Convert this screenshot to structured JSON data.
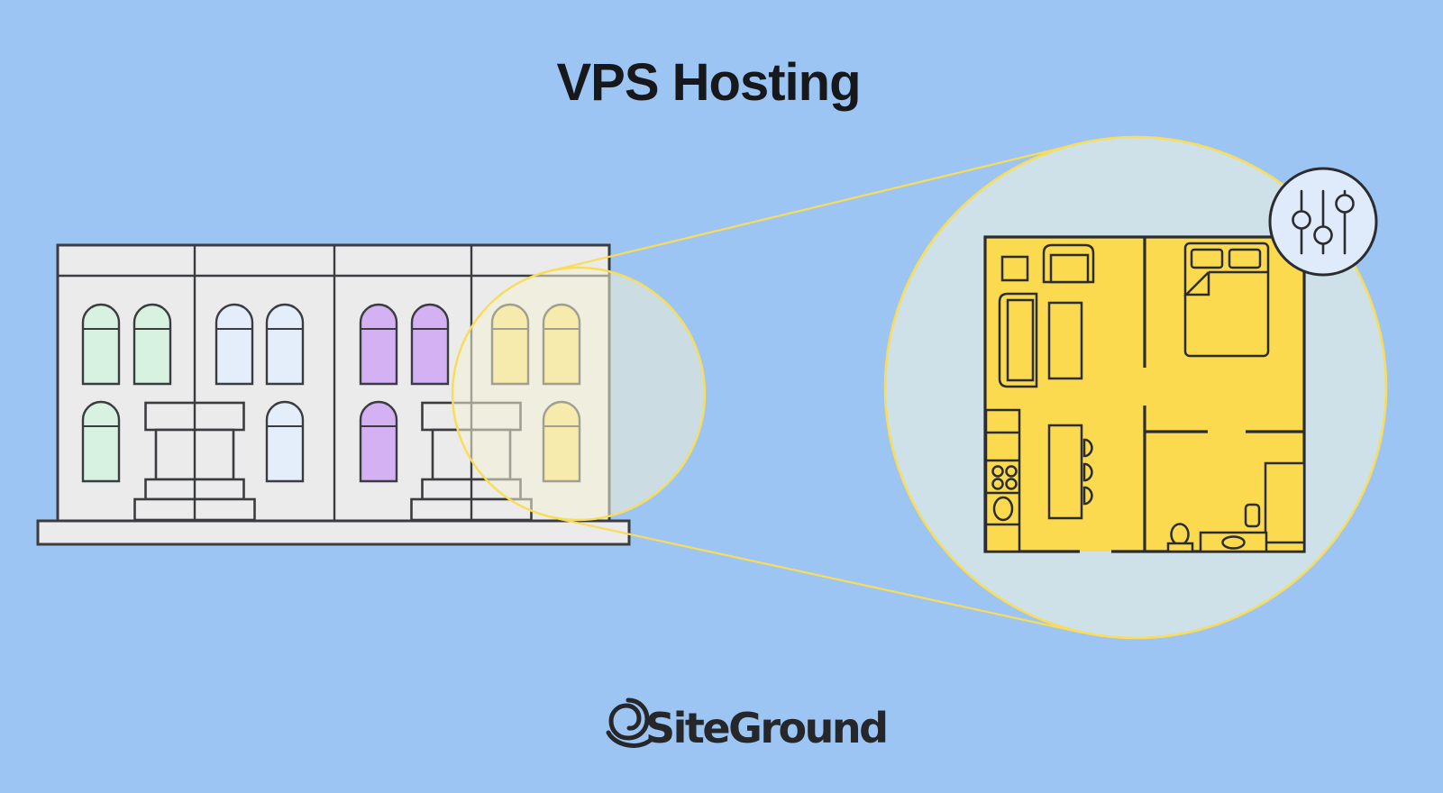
{
  "title": "VPS Hosting",
  "logo": {
    "text": "SiteGround",
    "mark": "spiral-icon"
  },
  "badge_icon": "sliders-icon",
  "colors": {
    "background": "#9cc5f3",
    "building_fill": "#ebebeb",
    "building_outline": "#3b3c40",
    "window_green": "#d8f2e2",
    "window_blue": "#e4eefb",
    "window_purple": "#d4b1f2",
    "window_yellow": "#fae57a",
    "highlight_stroke": "#f8dc5a",
    "highlight_fill": "rgba(243,240,214,0.55)",
    "zoom_circle_fill": "#cee1e9",
    "plan_fill": "#fbda4f",
    "plan_outline": "#2b2c30",
    "icon_circle_fill": "#dfeafa",
    "title_color": "#17181c",
    "logo_color": "#26272b"
  },
  "building": {
    "units": [
      {
        "window_color": "green"
      },
      {
        "window_color": "blue"
      },
      {
        "window_color": "purple"
      },
      {
        "window_color": "yellow"
      }
    ],
    "highlighted_unit": 4
  },
  "floor_plan": {
    "represents": "one VPS apartment (magnified view of highlighted unit)",
    "items": [
      "tv",
      "armchair",
      "sofa",
      "coffee-table",
      "kitchen-cabinets",
      "cooktop",
      "oven",
      "island-with-stools",
      "double-bed",
      "pillows",
      "wardrobe",
      "shelf",
      "toilet",
      "sink-vanity"
    ]
  }
}
